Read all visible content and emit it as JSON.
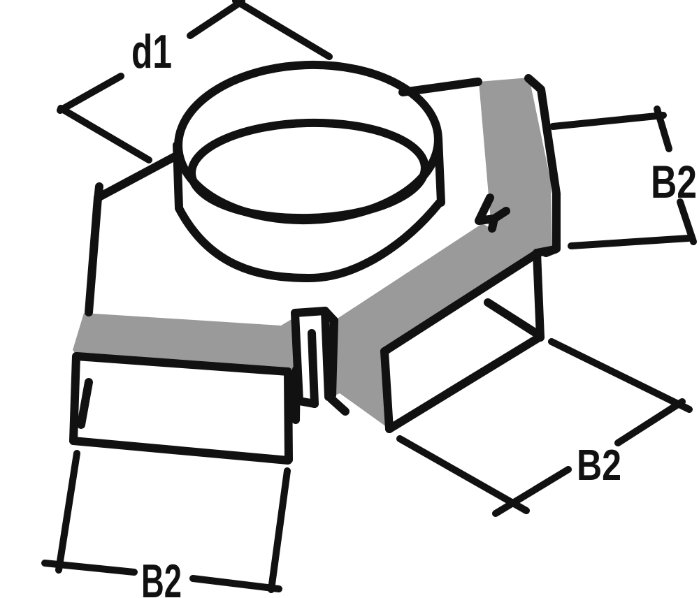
{
  "drawing": {
    "title": "Isometric technical drawing of a 3-way rectangular duct distributor with round top spigot",
    "type": "line-drawing"
  },
  "labels": {
    "d1": "d1",
    "b2_top_right": "B2",
    "b2_bottom_right": "B2",
    "b2_bottom_left": "B2"
  },
  "colors": {
    "background": "#ffffff",
    "line": "#111111",
    "shade": "#9a9a9a",
    "text": "#111111"
  }
}
